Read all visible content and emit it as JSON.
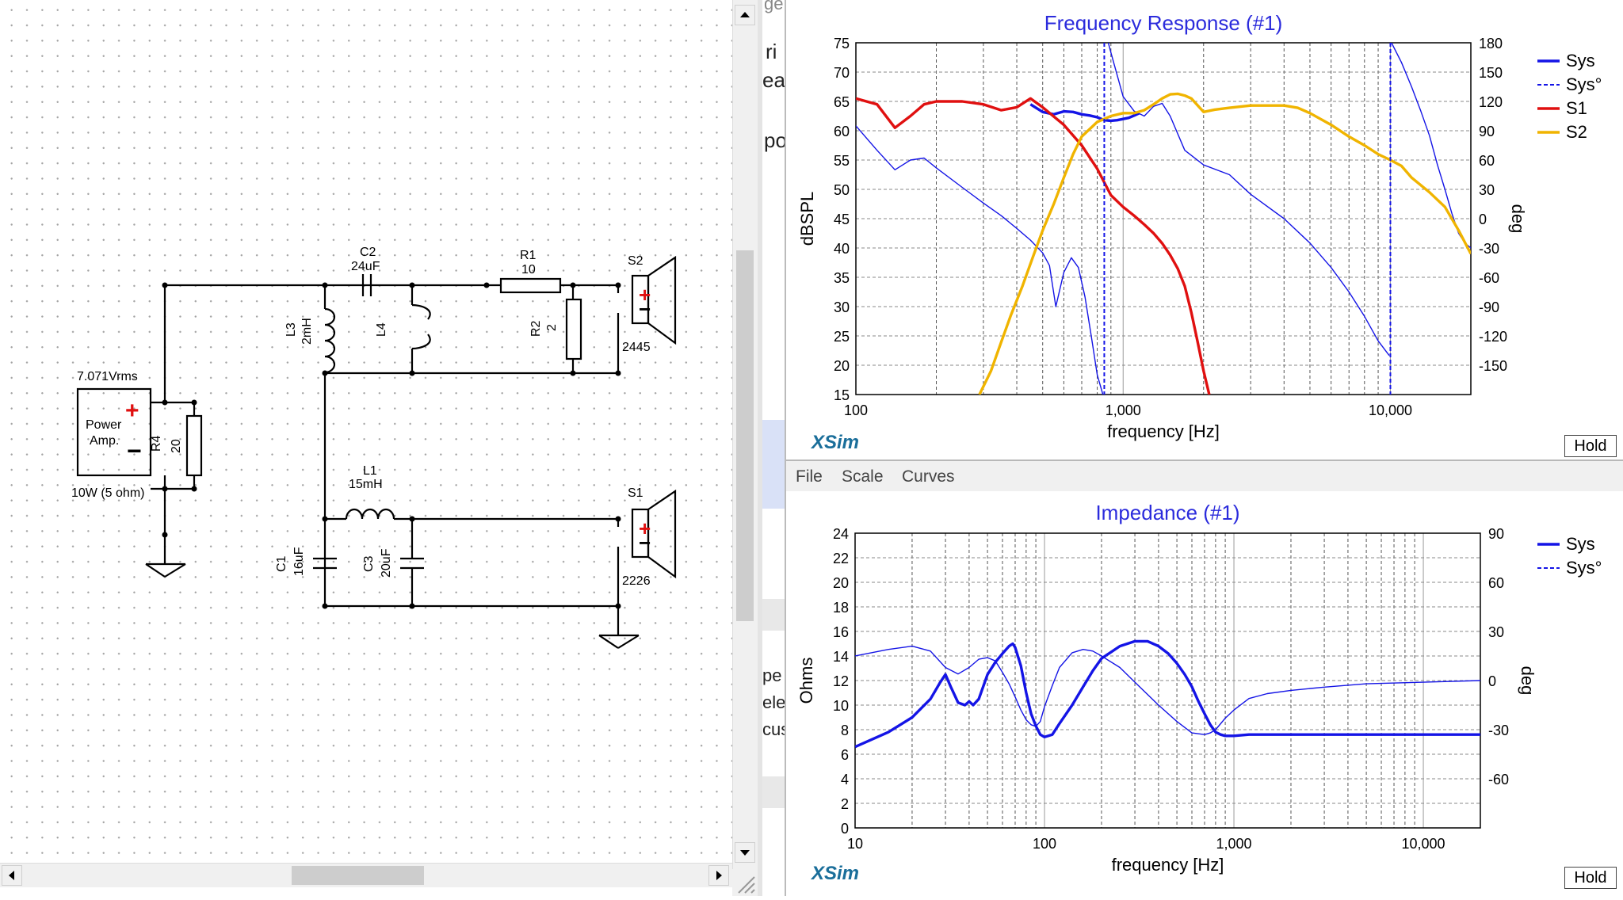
{
  "schematic": {
    "labels": {
      "c2": "C2",
      "c2_val": "24uF",
      "r1": "R1",
      "r1_val": "10",
      "s2": "S2",
      "s2_model": "2445",
      "l3": "L3",
      "l3_val": "2mH",
      "l4": "L4",
      "r2": "R2",
      "r2_val": "2",
      "amp_voltage": "7.071Vrms",
      "amp_line1": "Power",
      "amp_line2": "Amp.",
      "amp_power": "10W (5 ohm)",
      "r4": "R4",
      "r4_val": "20",
      "l1": "L1",
      "l1_val": "15mH",
      "s1": "S1",
      "s1_model": "2226",
      "c1": "C1",
      "c1_val": "16uF",
      "c3": "C3",
      "c3_val": "20uF",
      "plus": "+",
      "minus": "−"
    }
  },
  "background_text": {
    "t1": "ge",
    "t2": "ri",
    "t3": "ea",
    "t4": "po",
    "t5": "pe",
    "t6": "ele",
    "t7": "cus"
  },
  "menu": {
    "file": "File",
    "scale": "Scale",
    "curves": "Curves"
  },
  "fr_panel": {
    "hold": "Hold",
    "brand": "XSim"
  },
  "imp_panel": {
    "hold": "Hold",
    "brand": "XSim"
  },
  "chart_data": [
    {
      "type": "line",
      "title": "Frequency Response (#1)",
      "xlabel": "frequency [Hz]",
      "ylabel": "dBSPL",
      "y2label": "deg",
      "xscale": "log",
      "xlim": [
        100,
        20000
      ],
      "ylim": [
        15,
        75
      ],
      "y2lim": [
        -180,
        180
      ],
      "x_ticks": [
        "100",
        "1,000",
        "10,000"
      ],
      "y_ticks": [
        "75",
        "70",
        "65",
        "60",
        "55",
        "50",
        "45",
        "40",
        "35",
        "30",
        "25",
        "20",
        "15"
      ],
      "y2_ticks": [
        "180",
        "150",
        "120",
        "90",
        "60",
        "30",
        "0",
        "-30",
        "-60",
        "-90",
        "-120",
        "-150"
      ],
      "legend": [
        "Sys",
        "Sys°",
        "S1",
        "S2"
      ],
      "legend_position": "right",
      "grid": true,
      "series": [
        {
          "name": "Sys",
          "color": "#1414e6",
          "axis": "left",
          "style": "thick",
          "x": [
            450,
            500,
            550,
            600,
            650,
            700,
            750,
            800,
            850,
            900,
            950,
            1000,
            1050,
            1100,
            1150
          ],
          "y": [
            64.5,
            63.2,
            62.8,
            63.3,
            63.2,
            62.8,
            62.6,
            62.3,
            61.8,
            61.7,
            61.8,
            62.0,
            62.2,
            62.6,
            63.0
          ]
        },
        {
          "name": "Sys°",
          "color": "#1414e6",
          "axis": "right",
          "style": "thin",
          "x": [
            100,
            120,
            140,
            160,
            180,
            200,
            250,
            300,
            350,
            400,
            450,
            500,
            530,
            560,
            600,
            640,
            680,
            720,
            760,
            800,
            840,
            880,
            900,
            1000,
            1100,
            1200,
            1300,
            1400,
            1500,
            1700,
            2000,
            2500,
            3000,
            4000,
            5000,
            6000,
            7000,
            8000,
            9000,
            9900
          ],
          "y": [
            95,
            70,
            50,
            60,
            62,
            52,
            32,
            16,
            3,
            -10,
            -22,
            -35,
            -48,
            -90,
            -55,
            -40,
            -50,
            -80,
            -120,
            -160,
            -180,
            180,
            170,
            125,
            110,
            105,
            115,
            118,
            105,
            70,
            55,
            45,
            25,
            0,
            -25,
            -50,
            -75,
            -100,
            -125,
            -140
          ]
        },
        {
          "name": "Sys°",
          "color": "#1414e6",
          "axis": "right",
          "style": "thin",
          "x": [
            10100,
            11000,
            12000,
            13000,
            14000,
            15000,
            16000,
            17000,
            18000,
            19000,
            20000
          ],
          "y": [
            180,
            160,
            135,
            110,
            85,
            55,
            30,
            5,
            -15,
            -25,
            -30
          ]
        },
        {
          "name": "S1",
          "color": "#e01010",
          "axis": "left",
          "style": "thick",
          "x": [
            100,
            120,
            140,
            160,
            180,
            200,
            250,
            300,
            350,
            400,
            450,
            500,
            600,
            700,
            800,
            900,
            1000,
            1100,
            1200,
            1300,
            1400,
            1500,
            1600,
            1700,
            1800,
            1900,
            2000,
            2100
          ],
          "y": [
            65.5,
            64.5,
            60.5,
            62.5,
            64.5,
            65,
            65,
            64.5,
            63.5,
            64,
            65.5,
            64,
            61,
            57.5,
            53.5,
            49,
            47,
            45.5,
            44,
            42.5,
            40.8,
            38.8,
            36.5,
            33.5,
            29,
            24,
            19,
            15
          ]
        },
        {
          "name": "S2",
          "color": "#f0b400",
          "axis": "left",
          "style": "thick",
          "x": [
            290,
            320,
            350,
            380,
            420,
            460,
            500,
            550,
            600,
            650,
            700,
            800,
            900,
            1000,
            1100,
            1200,
            1300,
            1400,
            1500,
            1600,
            1700,
            1800,
            2000,
            2200,
            2500,
            3000,
            3500,
            4000,
            4500,
            5000,
            6000,
            7000,
            8000,
            9000,
            10000,
            11000,
            12000,
            14000,
            16000,
            18000,
            20000
          ],
          "y": [
            15,
            19,
            24,
            28.5,
            33.5,
            38.5,
            43,
            47.5,
            52,
            56,
            59,
            61.5,
            62.5,
            63,
            63,
            63.5,
            64.5,
            65.5,
            66.2,
            66.3,
            66,
            65.5,
            63.2,
            63.6,
            63.9,
            64.3,
            64.3,
            64.3,
            63.9,
            63,
            61,
            59,
            57.5,
            56,
            55,
            54,
            52,
            49.5,
            47,
            43,
            39
          ]
        }
      ]
    },
    {
      "type": "line",
      "title": "Impedance (#1)",
      "xlabel": "frequency [Hz]",
      "ylabel": "Ohms",
      "y2label": "deg",
      "xscale": "log",
      "xlim": [
        10,
        20000
      ],
      "ylim": [
        0,
        24
      ],
      "y2lim": [
        -90,
        90
      ],
      "x_ticks": [
        "10",
        "100",
        "1,000",
        "10,000"
      ],
      "y_ticks": [
        "24",
        "22",
        "20",
        "18",
        "16",
        "14",
        "12",
        "10",
        "8",
        "6",
        "4",
        "2",
        "0"
      ],
      "y2_ticks": [
        "90",
        "60",
        "30",
        "0",
        "-30",
        "-60"
      ],
      "legend": [
        "Sys",
        "Sys°"
      ],
      "legend_position": "right",
      "grid": true,
      "series": [
        {
          "name": "Sys",
          "color": "#1414e6",
          "axis": "left",
          "style": "thick",
          "x": [
            10,
            15,
            20,
            25,
            28,
            30,
            32,
            35,
            38,
            40,
            42,
            45,
            50,
            55,
            60,
            65,
            68,
            70,
            75,
            80,
            85,
            90,
            95,
            100,
            110,
            120,
            140,
            160,
            180,
            200,
            250,
            300,
            350,
            400,
            450,
            500,
            550,
            600,
            650,
            700,
            750,
            800,
            850,
            900,
            1000,
            1200,
            1500,
            2000,
            3000,
            5000,
            10000,
            20000
          ],
          "y": [
            6.6,
            7.8,
            9,
            10.5,
            11.8,
            12.5,
            11.5,
            10.2,
            10,
            10.3,
            10,
            10.5,
            12.5,
            13.5,
            14.2,
            14.8,
            15,
            14.7,
            13.2,
            11,
            9.3,
            8.3,
            7.6,
            7.4,
            7.6,
            8.5,
            10,
            11.5,
            12.8,
            13.8,
            14.8,
            15.2,
            15.2,
            14.8,
            14.2,
            13.4,
            12.5,
            11.5,
            10.3,
            9.3,
            8.4,
            7.8,
            7.6,
            7.5,
            7.5,
            7.6,
            7.6,
            7.6,
            7.6,
            7.6,
            7.6,
            7.6
          ]
        },
        {
          "name": "Sys°",
          "color": "#1414e6",
          "axis": "right",
          "style": "thin",
          "x": [
            10,
            15,
            20,
            25,
            30,
            35,
            40,
            45,
            50,
            55,
            60,
            65,
            70,
            75,
            80,
            85,
            90,
            95,
            100,
            110,
            120,
            140,
            160,
            180,
            200,
            250,
            300,
            400,
            500,
            600,
            700,
            750,
            800,
            900,
            1000,
            1200,
            1500,
            2000,
            3000,
            5000,
            10000,
            20000
          ],
          "y": [
            15,
            19,
            21,
            18,
            8,
            4,
            8,
            13,
            14,
            12,
            5,
            -2,
            -10,
            -18,
            -24,
            -27,
            -28,
            -25,
            -16,
            -3,
            8,
            17,
            19,
            18,
            15,
            8,
            -1,
            -15,
            -25,
            -32,
            -33,
            -32,
            -30,
            -23,
            -18,
            -11,
            -8,
            -6,
            -4,
            -2,
            -1,
            0
          ]
        }
      ]
    }
  ]
}
